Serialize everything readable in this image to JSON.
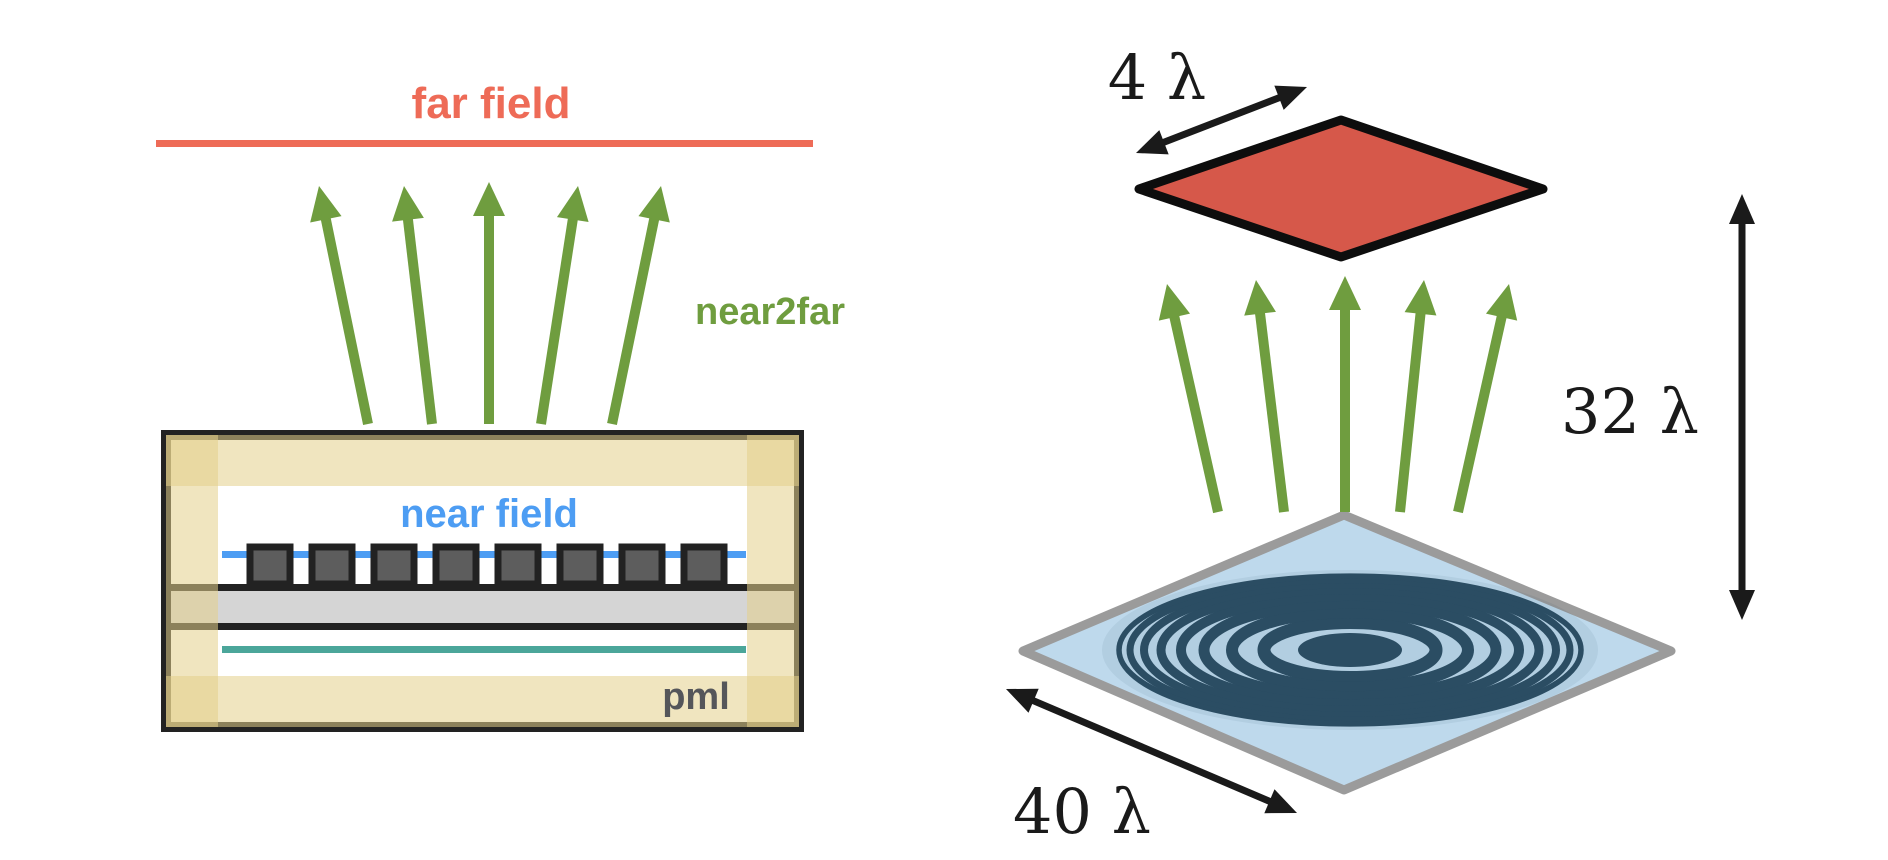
{
  "figure": {
    "description_left": "2d simulation cell cross-section with near2far transformation",
    "description_right": "3d perspective of near-field zone plate radiating to far-field plane"
  },
  "left_panel": {
    "far_field_label": "far field",
    "near2far_label": "near2far",
    "near_field_label": "near field",
    "pml_label": "pml",
    "arrow_count": 5,
    "grating_bar_count": 8,
    "colors": {
      "far_field_salmon": "#ee6b57",
      "arrow_green": "#6f9d3f",
      "near_field_blue": "#4d9df3",
      "source_teal": "#4ba69a",
      "pml_tan": "rgba(227,207,138,0.55)",
      "substrate_gray": "#d5d5d5",
      "grating_gray": "#5d5d5d",
      "outline_black": "#222222",
      "pml_text_gray": "#55565a"
    }
  },
  "right_panel": {
    "far_plane_size_label": "4 λ",
    "propagation_distance_label": "32 λ",
    "near_plane_size_label": "40 λ",
    "arrow_count": 5,
    "colors": {
      "far_plane_red": "#d6584a",
      "far_plane_border": "#0d0d0d",
      "near_plane_blue": "#bed9ec",
      "near_plane_border_gray": "#9b9b9b",
      "zone_rings_navy": "#2b4d63",
      "dimension_black": "#1a1a1a",
      "arrow_green": "#6f9d3f"
    }
  }
}
